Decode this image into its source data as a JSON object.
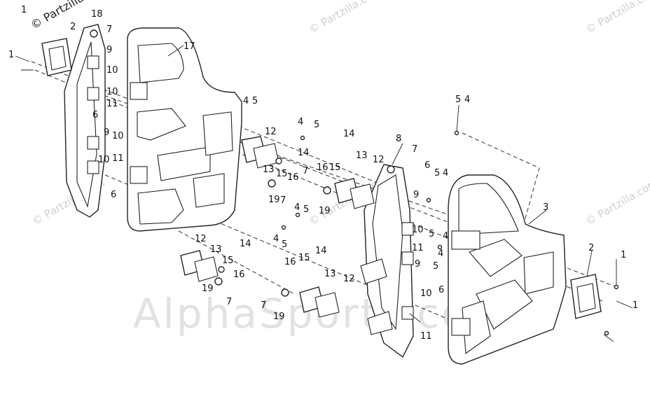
{
  "watermark": {
    "copyright": "© Partzilla.com",
    "brand_small": "© Partzilla.com",
    "brand_large": "AlphaSports.com"
  },
  "callouts": {
    "c1a": "1",
    "c1b": "1",
    "c1c": "1",
    "c1d": "1",
    "c2a": "2",
    "c2b": "2",
    "c3": "3",
    "c4a": "4",
    "c4b": "4",
    "c4c": "4",
    "c4d": "4",
    "c4e": "4",
    "c4f": "4",
    "c4g": "4",
    "c4h": "4",
    "c5a": "5",
    "c5b": "5",
    "c5c": "5",
    "c5d": "5",
    "c5e": "5",
    "c5f": "5",
    "c5g": "5",
    "c5h": "5",
    "c6a": "6",
    "c6b": "6",
    "c6c": "6",
    "c6d": "6",
    "c7a": "7",
    "c7b": "7",
    "c7c": "7",
    "c7d": "7",
    "c7e": "7",
    "c7f": "7",
    "c8": "8",
    "c9a": "9",
    "c9b": "9",
    "c9c": "9",
    "c9d": "9",
    "c10a": "10",
    "c10b": "10",
    "c10c": "10",
    "c10d": "10",
    "c10e": "10",
    "c10f": "10",
    "c11a": "11",
    "c11b": "11",
    "c11c": "11",
    "c11d": "11",
    "c12a": "12",
    "c12b": "12",
    "c12c": "12",
    "c12d": "12",
    "c13a": "13",
    "c13b": "13",
    "c13c": "13",
    "c13d": "13",
    "c14a": "14",
    "c14b": "14",
    "c14c": "14",
    "c14d": "14",
    "c15a": "15",
    "c15b": "15",
    "c15c": "15",
    "c15d": "15",
    "c16a": "16",
    "c16b": "16",
    "c16c": "16",
    "c16d": "16",
    "c17": "17",
    "c18": "18",
    "c19a": "19",
    "c19b": "19",
    "c19c": "19",
    "c19d": "19"
  },
  "colors": {
    "line": "#222222",
    "watermark": "#cfcfcf",
    "background": "#ffffff"
  }
}
